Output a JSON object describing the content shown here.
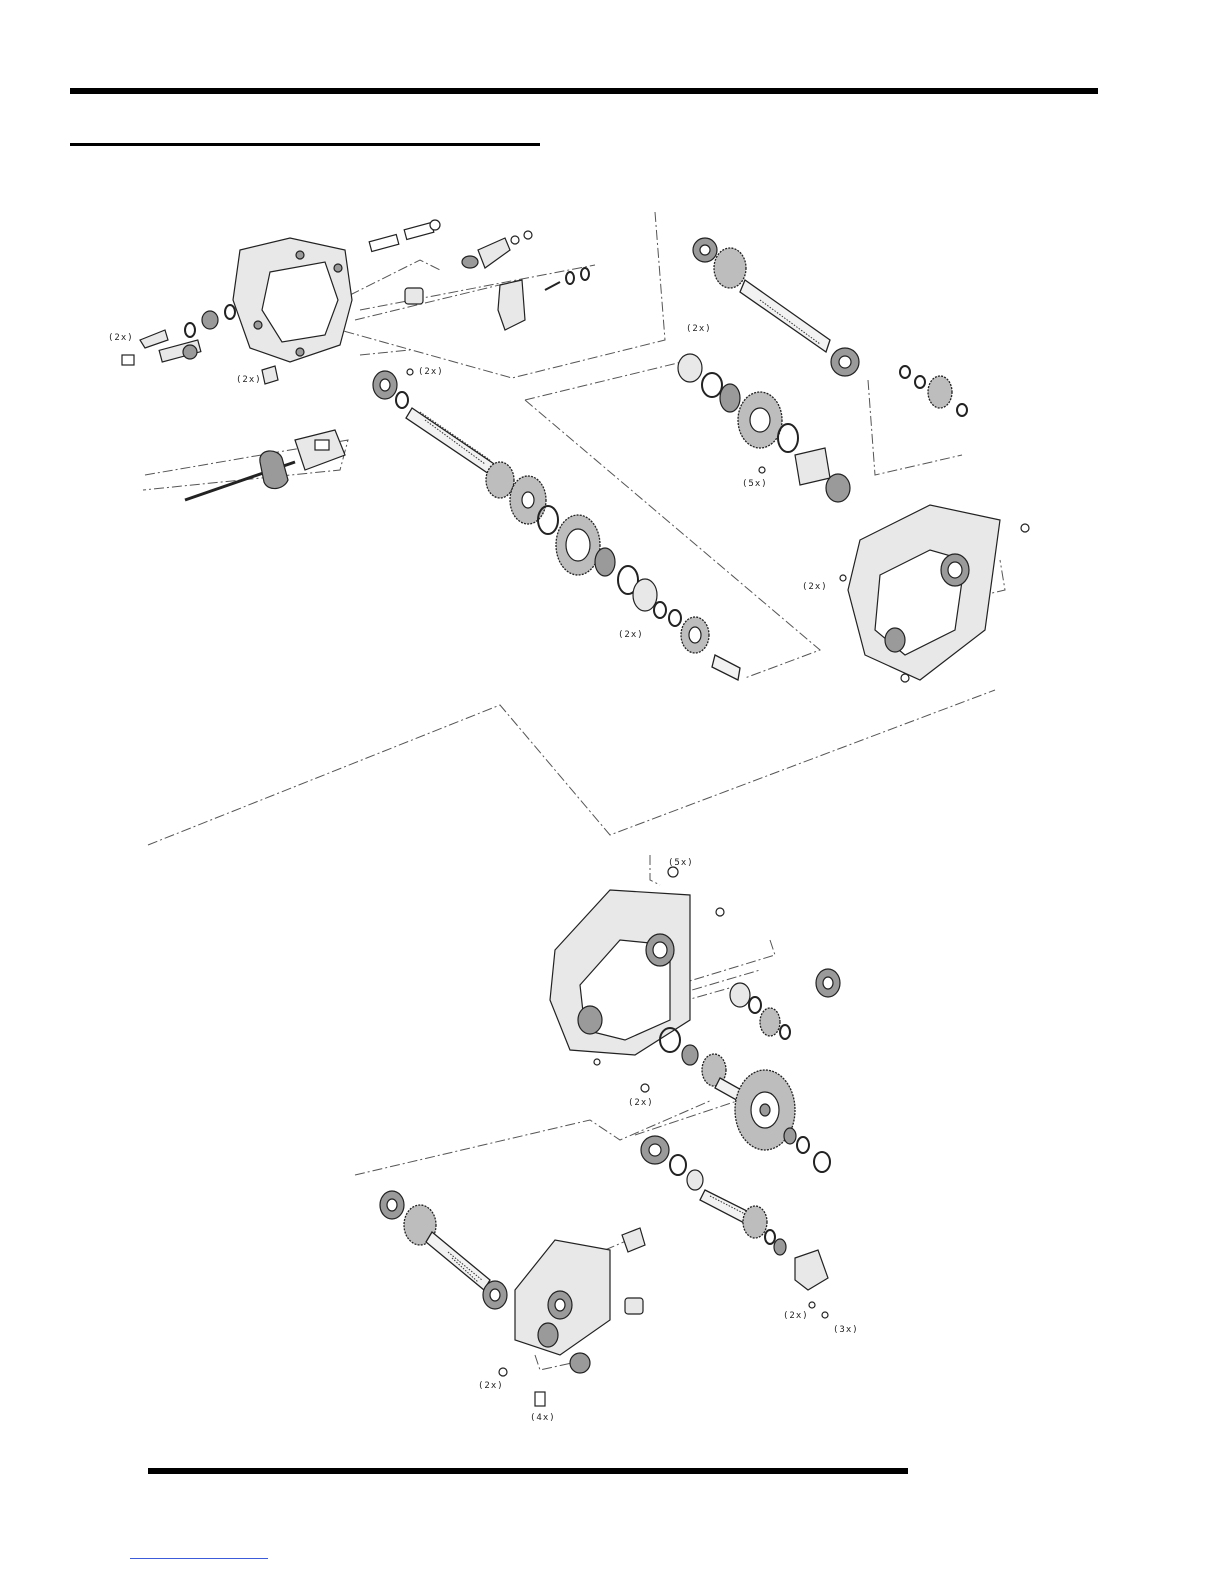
{
  "callouts": {
    "top_left_2x_a": "(2x)",
    "top_left_2x_b": "(2x)",
    "top_mid_2x": "(2x)",
    "top_right_2x": "(2x)",
    "top_right_5x": "(5x)",
    "right_case_2x": "(2x)",
    "shaft_2x": "(2x)",
    "bottom_top_5x": "(5x)",
    "bottom_case_2x": "(2x)",
    "bottom_right_2x": "(2x)",
    "bottom_right_3x": "(3x)",
    "bottom_left_2x": "(2x)",
    "bottom_left_4x": "(4x)"
  }
}
